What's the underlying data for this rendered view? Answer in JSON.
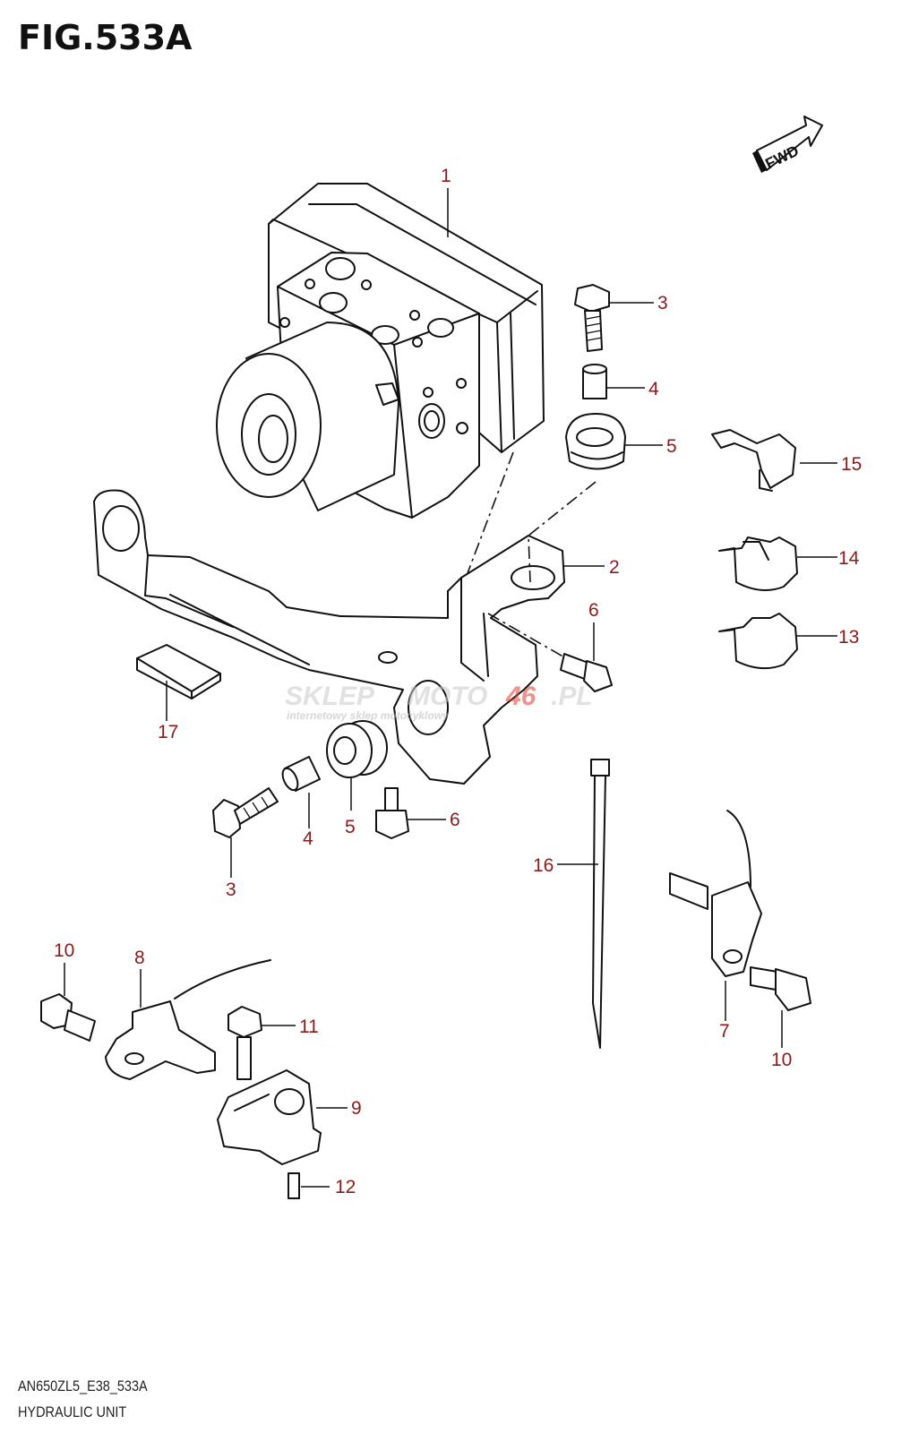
{
  "figure": {
    "title": "FIG.533A",
    "code": "AN650ZL5_E38_533A",
    "name": "HYDRAULIC UNIT",
    "fwd_label": "FWD"
  },
  "watermark": {
    "brand_a": "SKLEP",
    "brand_b": "MOTO",
    "brand_c": "46",
    "brand_d": ".PL",
    "tagline": "internetowy sklep motocyklowy"
  },
  "callouts": [
    {
      "id": "c1",
      "label": "1"
    },
    {
      "id": "c2",
      "label": "2"
    },
    {
      "id": "c3a",
      "label": "3"
    },
    {
      "id": "c3b",
      "label": "3"
    },
    {
      "id": "c4a",
      "label": "4"
    },
    {
      "id": "c4b",
      "label": "4"
    },
    {
      "id": "c5a",
      "label": "5"
    },
    {
      "id": "c5b",
      "label": "5"
    },
    {
      "id": "c6a",
      "label": "6"
    },
    {
      "id": "c6b",
      "label": "6"
    },
    {
      "id": "c7",
      "label": "7"
    },
    {
      "id": "c8",
      "label": "8"
    },
    {
      "id": "c9",
      "label": "9"
    },
    {
      "id": "c10a",
      "label": "10"
    },
    {
      "id": "c10b",
      "label": "10"
    },
    {
      "id": "c11",
      "label": "11"
    },
    {
      "id": "c12",
      "label": "12"
    },
    {
      "id": "c13",
      "label": "13"
    },
    {
      "id": "c14",
      "label": "14"
    },
    {
      "id": "c15",
      "label": "15"
    },
    {
      "id": "c16",
      "label": "16"
    },
    {
      "id": "c17",
      "label": "17"
    }
  ],
  "colors": {
    "callout": "#8b1a1a",
    "line": "#111111",
    "watermark_grey": "#c9c9c9",
    "watermark_red": "#e03a2f"
  }
}
